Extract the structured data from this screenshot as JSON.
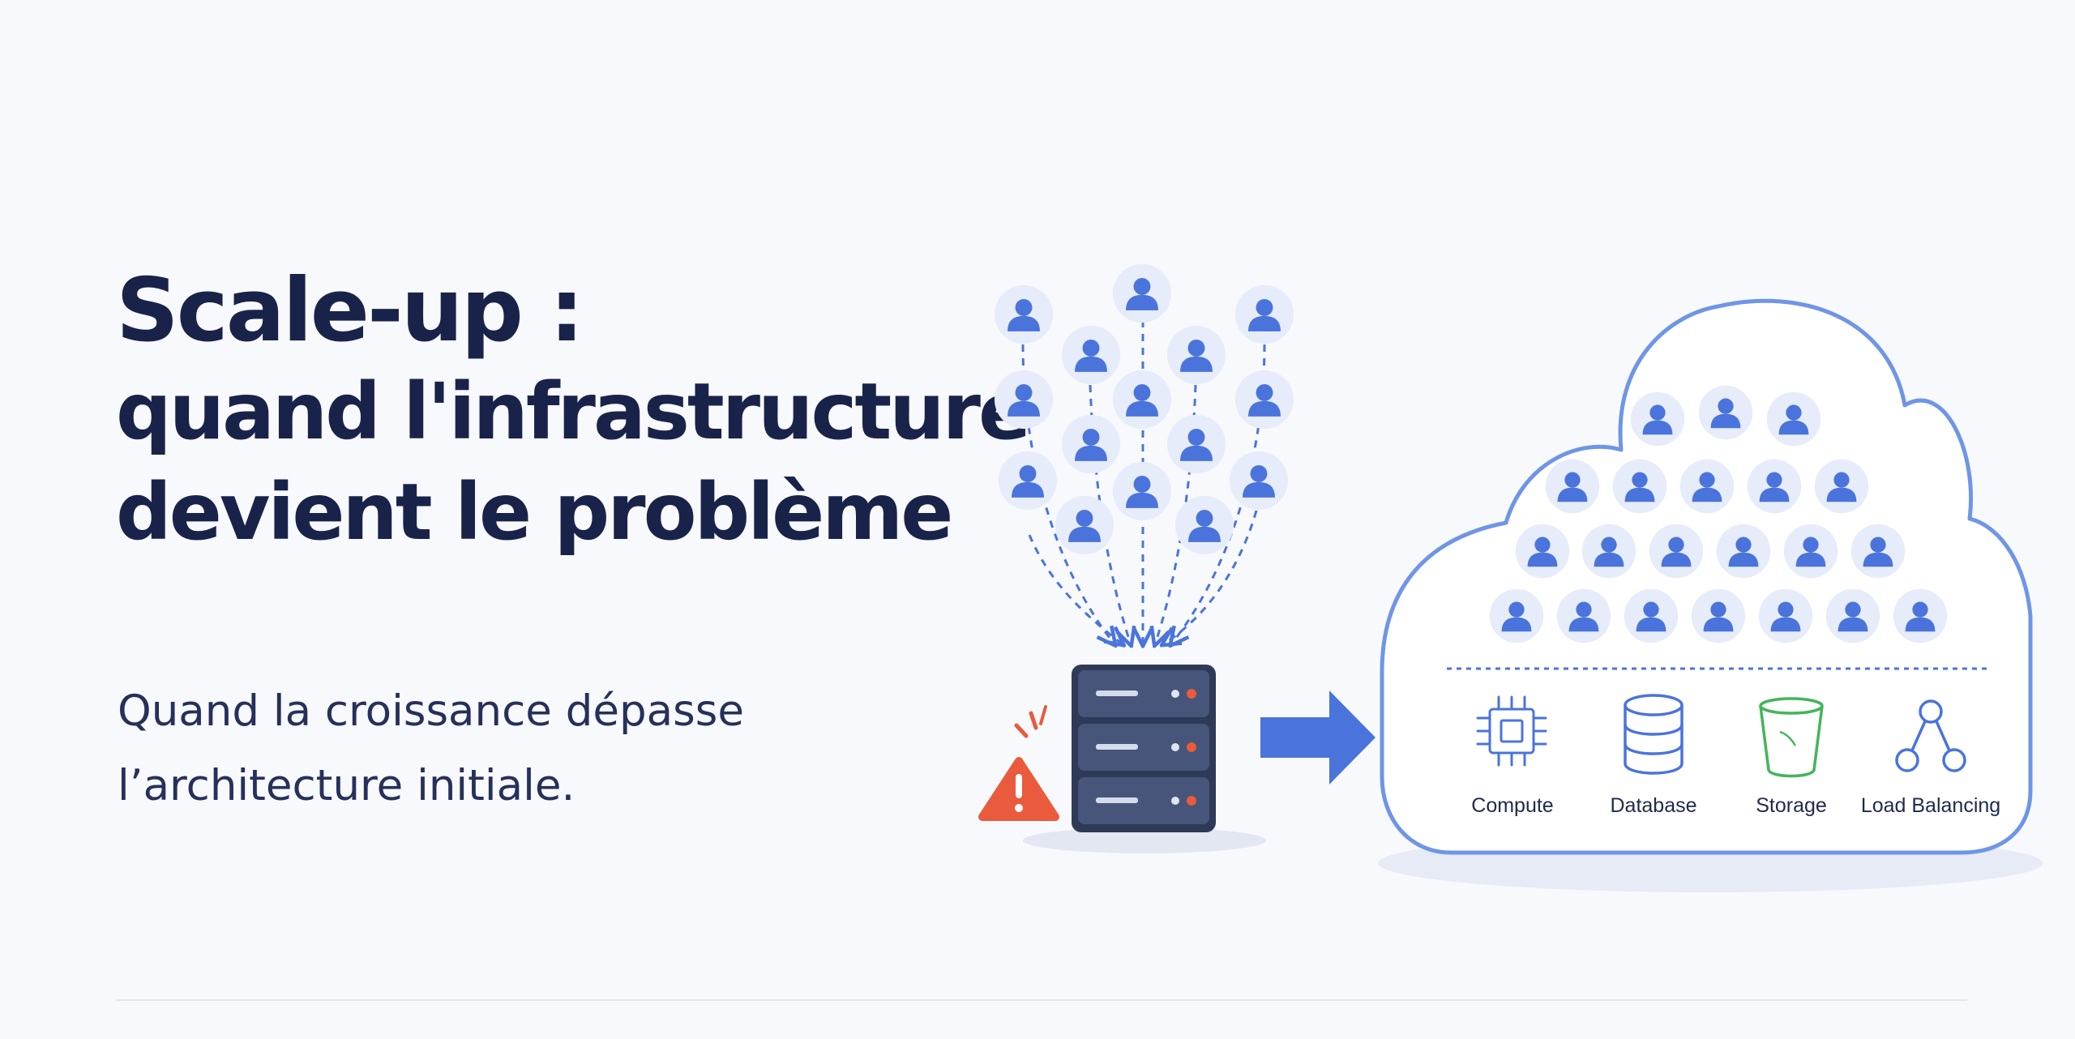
{
  "title": {
    "line1": "Scale-up :",
    "line2": "quand l'infrastructure",
    "line3": "devient le problème"
  },
  "subtitle": {
    "line1": "Quand la croissance dépasse",
    "line2": "l’architecture initiale."
  },
  "services": [
    {
      "label": "Compute",
      "icon": "cpu-chip-icon"
    },
    {
      "label": "Database",
      "icon": "database-icon"
    },
    {
      "label": "Storage",
      "icon": "storage-bucket-icon"
    },
    {
      "label": "Load Balancing",
      "icon": "load-balancer-icon"
    }
  ],
  "colors": {
    "primary_blue": "#4a74dc",
    "user_circle": "#e6ecfa",
    "server_dark": "#3a4563",
    "warning_red": "#ea5a3d",
    "storage_green": "#43b55a",
    "cloud_outline": "#6f95e6"
  }
}
